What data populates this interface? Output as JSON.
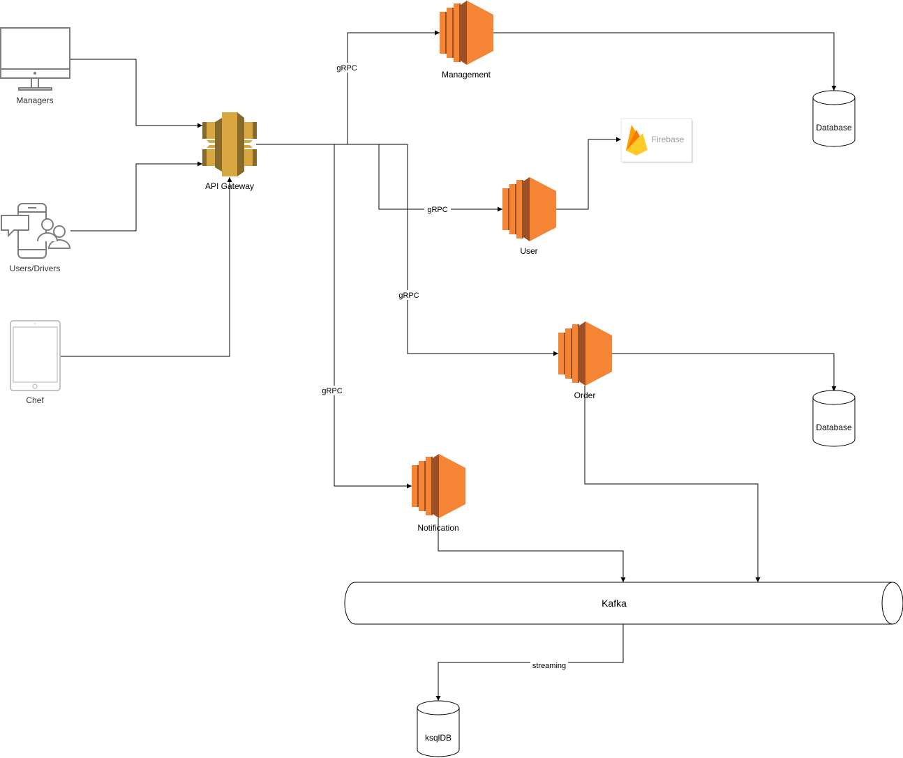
{
  "clients": {
    "managers": "Managers",
    "users_drivers": "Users/Drivers",
    "chef": "Chef"
  },
  "gateway": {
    "label": "API Gateway"
  },
  "services": {
    "management": "Management",
    "user": "User",
    "order": "Order",
    "notification": "Notification"
  },
  "external": {
    "firebase": "Firebase"
  },
  "stores": {
    "management_db": "Database",
    "order_db": "Database",
    "ksqldb": "ksqlDB"
  },
  "queue": {
    "kafka": "Kafka"
  },
  "edge_labels": {
    "to_management": "gRPC",
    "to_user": "gRPC",
    "to_order": "gRPC",
    "to_notification": "gRPC",
    "kafka_to_ksqldb": "streaming"
  },
  "colors": {
    "ec2_orange": "#f58534",
    "ec2_orange_dark": "#9d5025",
    "gateway_gold": "#d9a741",
    "gateway_gold_dark": "#876929",
    "firebase_yellow": "#ffca28",
    "firebase_orange": "#ffa000",
    "firebase_amber": "#f57c00",
    "device_gray": "#7d7d7d",
    "line": "#000000"
  },
  "icons": {
    "managers": "desktop-monitor-icon",
    "users_drivers": "mobile-users-icon",
    "chef": "tablet-icon",
    "gateway": "aws-api-gateway-icon",
    "service": "aws-ec2-icon",
    "firebase": "firebase-flame-icon",
    "database": "database-cylinder-icon"
  }
}
